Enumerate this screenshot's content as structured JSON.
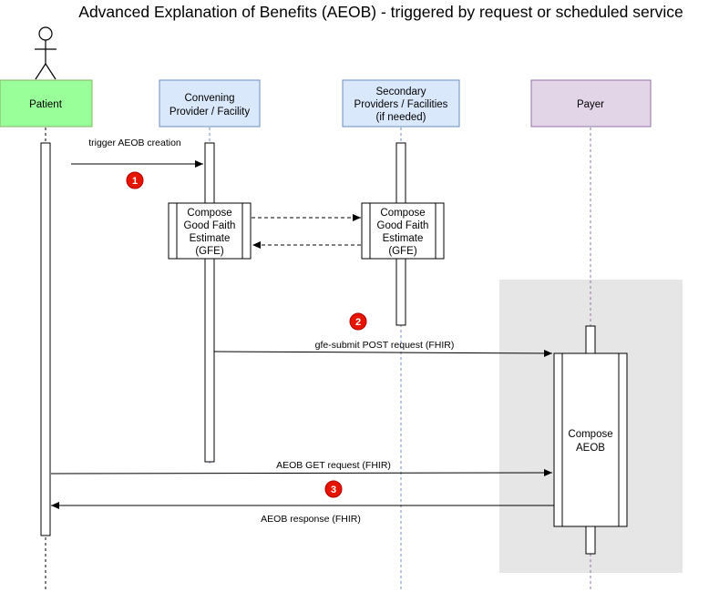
{
  "title": "Advanced Explanation of Benefits (AEOB) - triggered by request or scheduled service",
  "colors": {
    "patient_fill": "#99ff99",
    "provider_fill": "#dae8fc",
    "provider_stroke": "#6c8ebf",
    "payer_fill": "#e1d5e7",
    "payer_stroke": "#9673a6",
    "payer_region": "#e6e6e6",
    "badge": "#e51400"
  },
  "participants": {
    "patient": {
      "label": "Patient"
    },
    "convening": {
      "line1": "Convening",
      "line2": "Provider / Facility"
    },
    "secondary": {
      "line1": "Secondary",
      "line2": "Providers / Facilities",
      "line3": "(if needed)"
    },
    "payer": {
      "label": "Payer"
    }
  },
  "activities": {
    "gfe_convening": {
      "line1": "Compose",
      "line2": "Good Faith",
      "line3": "Estimate",
      "line4": "(GFE)"
    },
    "gfe_secondary": {
      "line1": "Compose",
      "line2": "Good Faith",
      "line3": "Estimate",
      "line4": "(GFE)"
    },
    "aeob": {
      "line1": "Compose",
      "line2": "AEOB"
    }
  },
  "messages": {
    "trigger": "trigger AEOB creation",
    "gfe_submit": "gfe-submit POST request (FHIR)",
    "aeob_get": "AEOB GET request (FHIR)",
    "aeob_response": "AEOB response (FHIR)"
  },
  "badges": {
    "b1": "1",
    "b2": "2",
    "b3": "3"
  }
}
